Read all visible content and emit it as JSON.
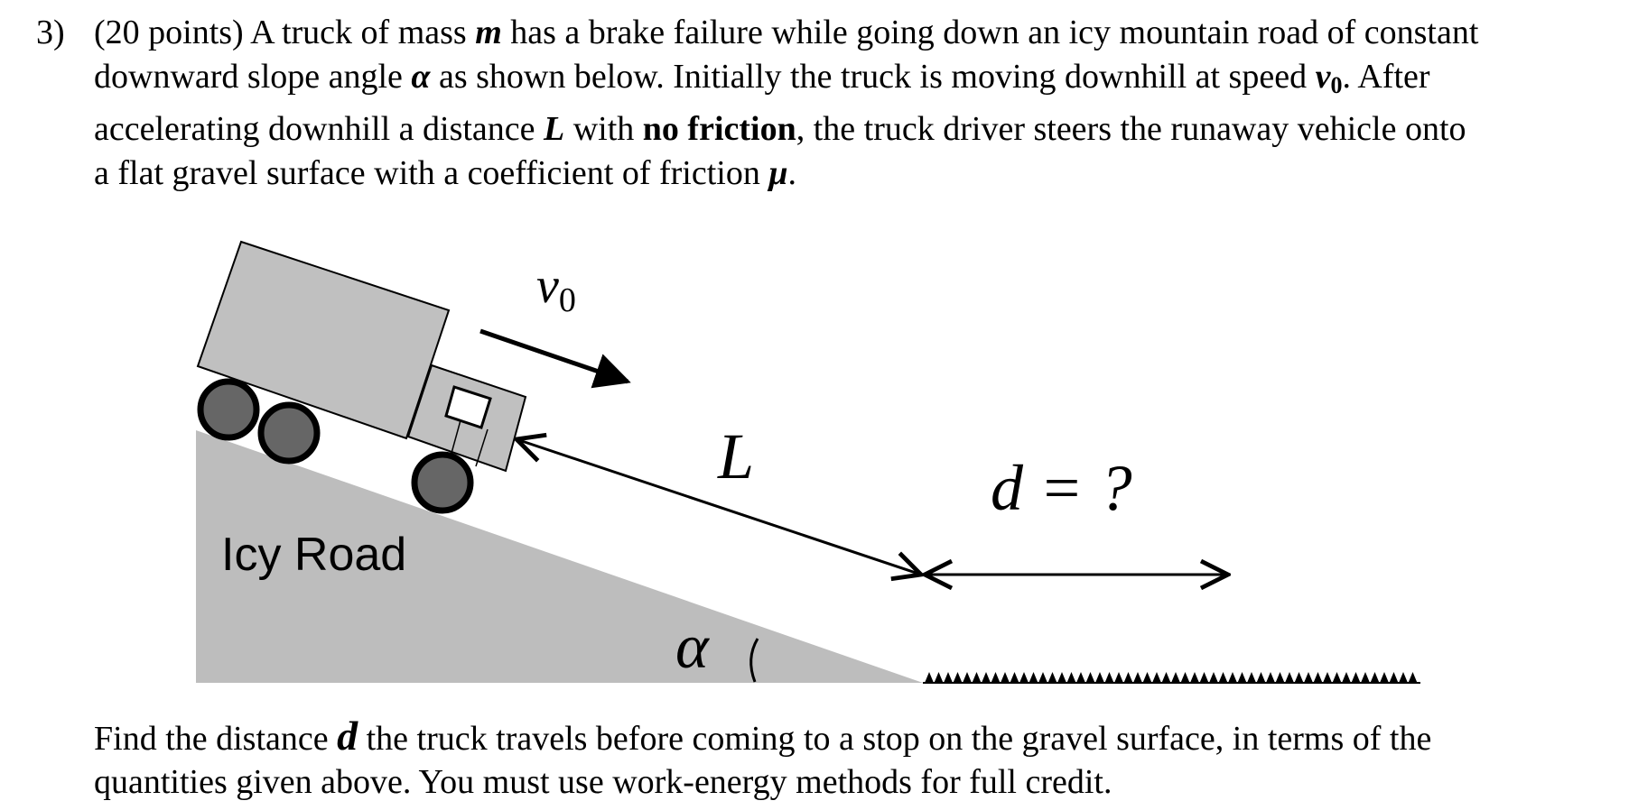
{
  "problem": {
    "number": "3)",
    "line1_a": "(20 points) A truck of mass ",
    "var_m": "m",
    "line1_b": " has a brake failure while going down an icy mountain road of constant",
    "line2_a": "downward slope angle ",
    "var_alpha": "α",
    "line2_b": " as shown below. Initially the truck is moving downhill at speed ",
    "var_v": "v",
    "var_v_sub": "0",
    "line2_c": ". After",
    "line3_a": "accelerating downhill a distance ",
    "var_L": "L",
    "line3_b": " with ",
    "no_friction": "no friction",
    "line3_c": ", the truck driver steers the runaway vehicle onto",
    "line4_a": "a flat gravel surface with a coefficient of friction ",
    "var_mu": "μ",
    "line4_b": "."
  },
  "diagram": {
    "velocity_label": "v",
    "velocity_sub": "0",
    "length_label": "L",
    "distance_label": "d = ?",
    "angle_label": "α",
    "road_label": "Icy Road",
    "colors": {
      "ramp": "#bdbdbd",
      "truck": "#c0c0c0",
      "wheel": "#666666"
    }
  },
  "question": {
    "a": "Find the distance ",
    "var_d": "d",
    "b": " the truck travels before coming to a stop on the gravel surface, in terms of the",
    "line2": "quantities given above.  You must use work-energy methods for full credit."
  }
}
